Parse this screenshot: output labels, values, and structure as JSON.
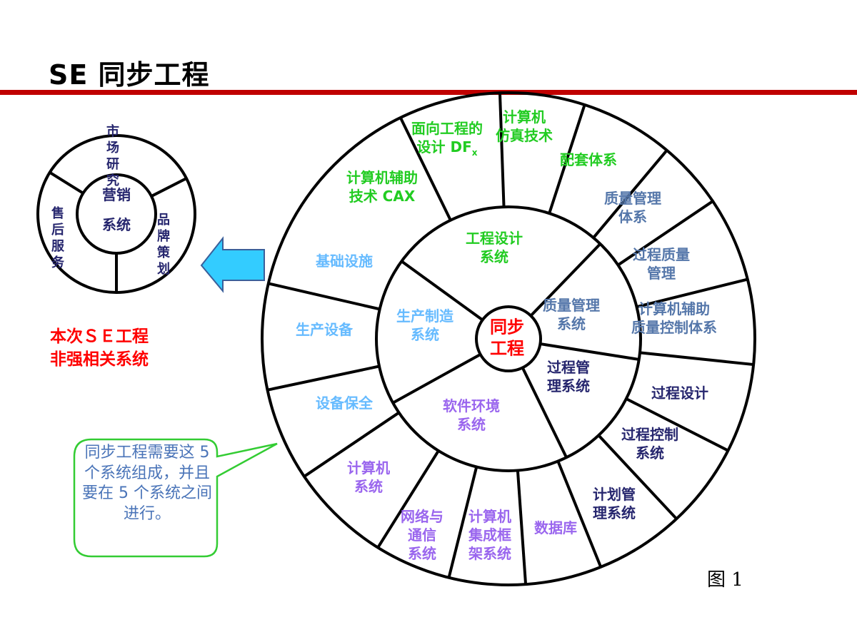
{
  "title": "SE 同步工程",
  "center": [
    "同步",
    "工程"
  ],
  "inner_systems": [
    {
      "lines": [
        "工程设计",
        "系统"
      ],
      "color": "#22cc22"
    },
    {
      "lines": [
        "质量管理",
        "系统"
      ],
      "color": "#5577aa"
    },
    {
      "lines": [
        "过程管",
        "理系统"
      ],
      "color": "#26266e"
    },
    {
      "lines": [
        "软件环境",
        "系统"
      ],
      "color": "#9a66ee"
    },
    {
      "lines": [
        "生产制造",
        "系统"
      ],
      "color": "#66bbff"
    }
  ],
  "outer_segments": [
    {
      "lines": [
        "计算机辅助",
        "技术 CAX"
      ],
      "color": "#22cc22"
    },
    {
      "lines": [
        "面向工程的",
        "设计 DF"
      ],
      "sub": "x",
      "color": "#22cc22"
    },
    {
      "lines": [
        "计算机",
        "仿真技术"
      ],
      "color": "#22cc22"
    },
    {
      "lines": [
        "配套体系"
      ],
      "color": "#22cc22"
    },
    {
      "lines": [
        "质量管理",
        "体系"
      ],
      "color": "#5577aa"
    },
    {
      "lines": [
        "过程质量",
        "管理"
      ],
      "color": "#5577aa"
    },
    {
      "lines": [
        "计算机辅助",
        "质量控制体系"
      ],
      "color": "#5577aa"
    },
    {
      "lines": [
        "过程设计"
      ],
      "color": "#26266e"
    },
    {
      "lines": [
        "过程控制",
        "系统"
      ],
      "color": "#26266e"
    },
    {
      "lines": [
        "计划管",
        "理系统"
      ],
      "color": "#26266e"
    },
    {
      "lines": [
        "数据库"
      ],
      "color": "#9a66ee"
    },
    {
      "lines": [
        "计算机",
        "集成框",
        "架系统"
      ],
      "color": "#9a66ee"
    },
    {
      "lines": [
        "网络与",
        "通信",
        "系统"
      ],
      "color": "#9a66ee"
    },
    {
      "lines": [
        "计算机",
        "系统"
      ],
      "color": "#9a66ee"
    },
    {
      "lines": [
        "设备保全"
      ],
      "color": "#66bbff"
    },
    {
      "lines": [
        "生产设备"
      ],
      "color": "#66bbff"
    },
    {
      "lines": [
        "基础设施"
      ],
      "color": "#66bbff"
    }
  ],
  "small_circle": {
    "center_lines": [
      "营销",
      "系统"
    ],
    "segments": [
      {
        "chars": [
          "市",
          "场",
          "研",
          "究"
        ]
      },
      {
        "chars": [
          "品",
          "牌",
          "策",
          "划"
        ]
      },
      {
        "chars": [
          "售",
          "后",
          "服",
          "务"
        ]
      }
    ],
    "color": "#26266e"
  },
  "note_red": "本次ＳＥ工程非强相关系统",
  "callout": "同步工程需要这 5 个系统组成，并且要在 5 个系统之间进行。",
  "figure_label": "图 1",
  "colors": {
    "accent_red": "#c00000",
    "arrow_fill": "#33ccff",
    "callout_border": "#33cc33"
  }
}
